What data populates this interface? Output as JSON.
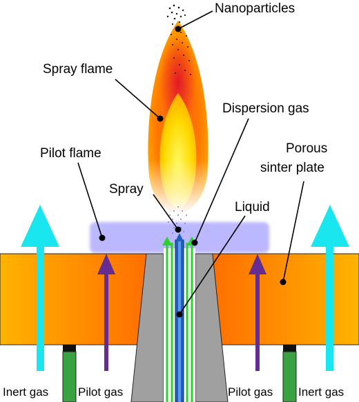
{
  "labels": {
    "nanoparticles": "Nanoparticles",
    "spray_flame": "Spray flame",
    "dispersion_gas": "Dispersion gas",
    "pilot_flame": "Pilot flame",
    "porous_line1": "Porous",
    "porous_line2": "sinter plate",
    "spray": "Spray",
    "liquid": "Liquid",
    "inert_gas_left": "Inert gas",
    "pilot_gas_left": "Pilot gas",
    "pilot_gas_right": "Pilot gas",
    "inert_gas_right": "Inert gas"
  },
  "colors": {
    "sinter_plate_center": "#ff6a00",
    "sinter_plate_edge": "#ffae00",
    "nozzle_body": "#a0a0a0",
    "inert_gas_arrow": "#19e6ee",
    "pilot_gas_arrow": "#652d91",
    "dispersion_gas_line": "#2ad32a",
    "liquid_channel": "#1f5fbf",
    "pilot_flame": "#6a63ff",
    "feed_tube": "#3aa341"
  }
}
